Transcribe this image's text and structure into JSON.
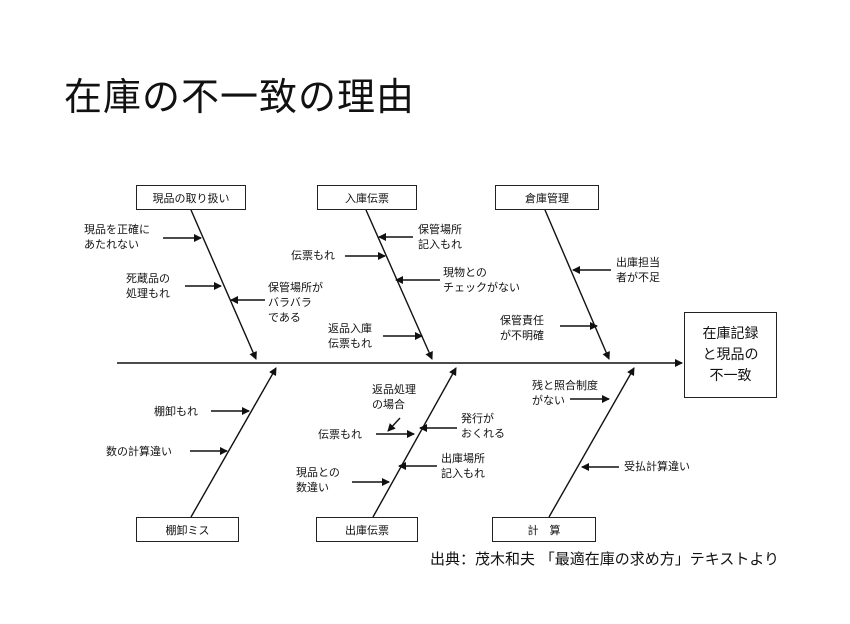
{
  "title": "在庫の不一致の理由",
  "effect": "在庫記録\nと現品の\n不一致",
  "categories": {
    "handling": "現品の取り扱い",
    "receiving": "入庫伝票",
    "warehouse": "倉庫管理",
    "stocktake": "棚卸ミス",
    "shipping": "出庫伝票",
    "calc": "計　算"
  },
  "causes": {
    "h1": "現品を正確に\nあたれない",
    "h2": "死蔵品の\n処理もれ",
    "h3": "保管場所が\nバラバラ\nである",
    "r1": "保管場所\n記入もれ",
    "r2": "伝票もれ",
    "r3": "現物との\nチェックがない",
    "r4": "返品入庫\n伝票もれ",
    "w1": "出庫担当\n者が不足",
    "w2": "保管責任\nが不明確",
    "s1": "棚卸もれ",
    "s2": "数の計算違い",
    "p1": "返品処理\nの場合",
    "p2": "伝票もれ",
    "p3": "発行が\nおくれる",
    "p4": "現品との\n数違い",
    "p5": "出庫場所\n記入もれ",
    "c1": "残と照合制度\nがない",
    "c2": "受払計算違い"
  },
  "source": "出典：茂木和夫 「最適在庫の求め方」テキストより"
}
